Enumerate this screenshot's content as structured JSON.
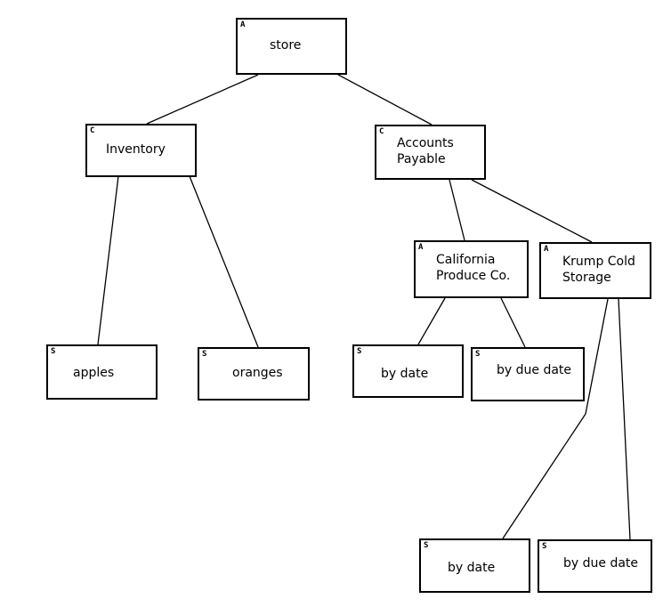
{
  "nodes": {
    "store": {
      "tag": "A",
      "label": "store"
    },
    "inventory": {
      "tag": "C",
      "label": "Inventory"
    },
    "accounts": {
      "tag": "C",
      "label": "Accounts\nPayable"
    },
    "california": {
      "tag": "A",
      "label": "California\nProduce Co."
    },
    "krump": {
      "tag": "A",
      "label": "Krump Cold\nStorage"
    },
    "apples": {
      "tag": "S",
      "label": "apples"
    },
    "oranges": {
      "tag": "S",
      "label": "oranges"
    },
    "cal_by_date": {
      "tag": "S",
      "label": "by date"
    },
    "cal_by_due": {
      "tag": "S",
      "label": "by due date"
    },
    "krump_by_date": {
      "tag": "S",
      "label": "by date"
    },
    "krump_by_due": {
      "tag": "S",
      "label": "by due date"
    }
  }
}
